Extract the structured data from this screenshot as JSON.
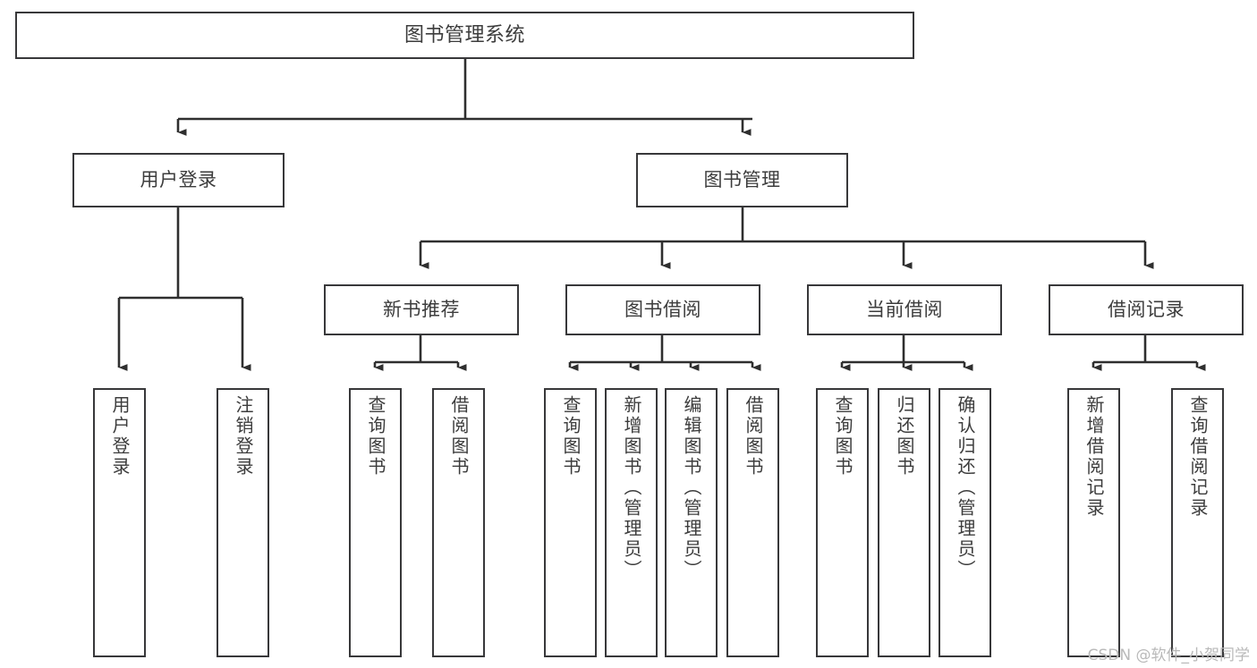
{
  "diagram": {
    "title": "图书管理系统",
    "type": "tree-hierarchy-chart",
    "root": {
      "label": "图书管理系统"
    },
    "level2": [
      {
        "label": "用户登录"
      },
      {
        "label": "图书管理"
      }
    ],
    "level3": [
      {
        "label": "新书推荐"
      },
      {
        "label": "图书借阅"
      },
      {
        "label": "当前借阅"
      },
      {
        "label": "借阅记录"
      }
    ],
    "leaves": {
      "user_login": [
        {
          "label": "用户登录"
        },
        {
          "label": "注销登录"
        }
      ],
      "new_book_recommend": [
        {
          "label": "查询图书"
        },
        {
          "label": "借阅图书"
        }
      ],
      "book_borrow": [
        {
          "label": "查询图书"
        },
        {
          "label": "新增图书（管理员）"
        },
        {
          "label": "编辑图书（管理员）"
        },
        {
          "label": "借阅图书"
        }
      ],
      "current_borrow": [
        {
          "label": "查询图书"
        },
        {
          "label": "归还图书"
        },
        {
          "label": "确认归还（管理员）"
        }
      ],
      "borrow_record": [
        {
          "label": "新增借阅记录"
        },
        {
          "label": "查询借阅记录"
        }
      ]
    }
  },
  "watermark": {
    "text": "CSDN @软件_小贺同学"
  },
  "colors": {
    "box_border": "#38383a",
    "box_fill": "#ffffff",
    "text": "#3c3c3c",
    "connector": "#2f2f2f",
    "watermark": "#b9b9b9",
    "background": "#ffffff"
  }
}
